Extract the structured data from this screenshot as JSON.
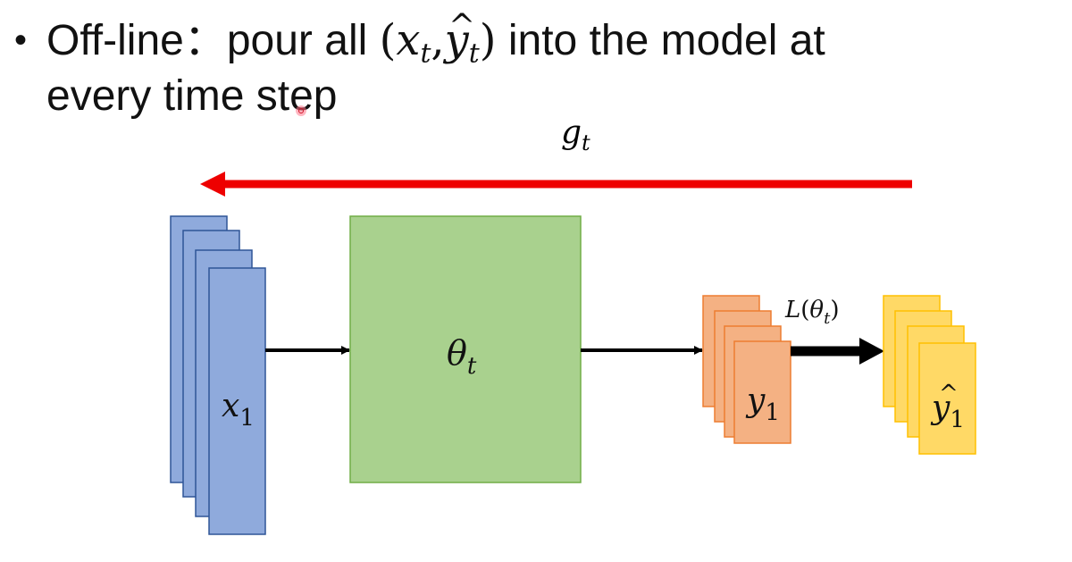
{
  "slide": {
    "bullet": {
      "marker": "•",
      "lead": "Off-line：pour all",
      "pair_open": "(",
      "pair_x": "x",
      "pair_x_sub": "t",
      "pair_comma": ",",
      "pair_y": "y",
      "pair_y_sub": "t",
      "pair_close": ")",
      "tail": "into the model at",
      "line2": "every time step"
    }
  },
  "diagram": {
    "gradient": {
      "symbol": "g",
      "sub": "t",
      "color": "#ee0000"
    },
    "input": {
      "symbol": "x",
      "sub": "1",
      "fill": "#8faadc",
      "stroke": "#2f5597"
    },
    "model": {
      "symbol": "θ",
      "sub": "t",
      "fill": "#a9d18e",
      "stroke": "#70ad47"
    },
    "output": {
      "symbol": "y",
      "sub": "1",
      "fill": "#f4b183",
      "stroke": "#ed7d31"
    },
    "target": {
      "symbol": "y",
      "sub": "1",
      "hat": "^",
      "fill": "#ffd966",
      "stroke": "#ffc000"
    },
    "loss": {
      "fn": "L",
      "open": "(",
      "symbol": "θ",
      "sub": "t",
      "close": ")"
    }
  }
}
